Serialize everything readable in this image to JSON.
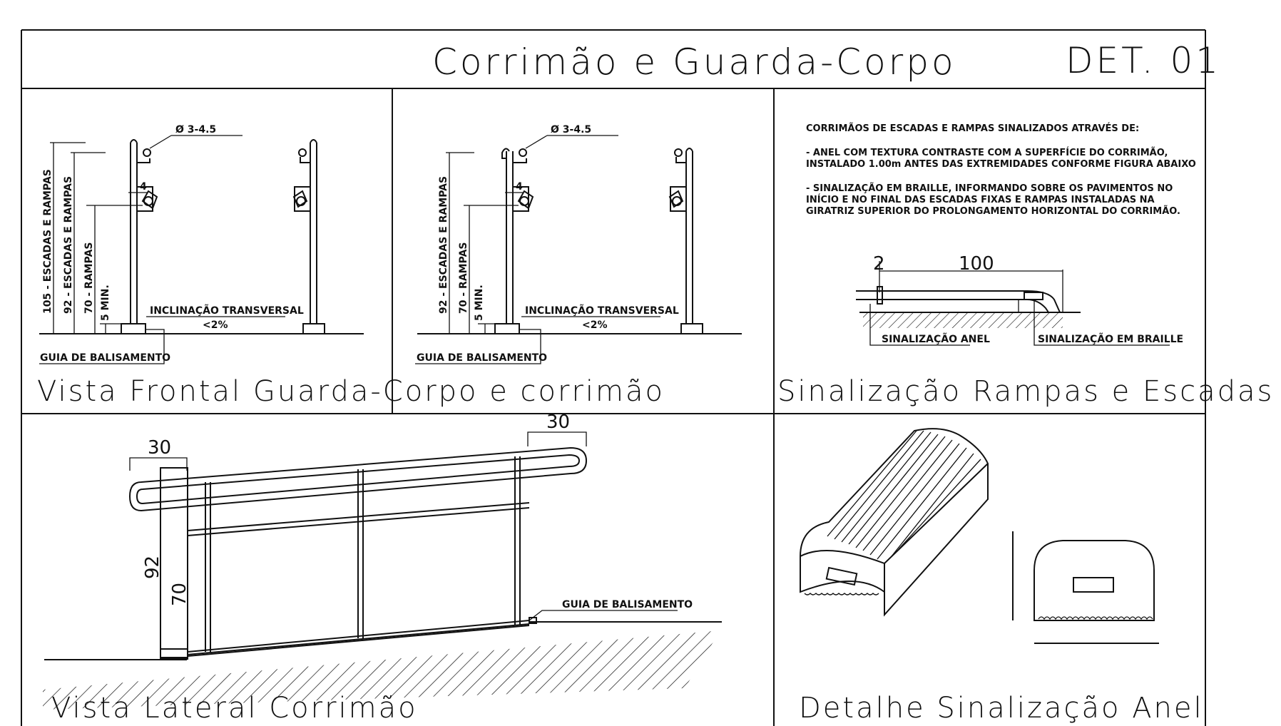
{
  "header": {
    "title": "Corrimão e Guarda-Corpo",
    "det": "DET. 01"
  },
  "panel_frontal_1": {
    "diameter": "Ø 3-4.5",
    "dim_105": "105 - ESCADAS E RAMPAS",
    "dim_92": "92 - ESCADAS E RAMPAS",
    "dim_70": "70 - RAMPAS",
    "dim_5": "5 MIN.",
    "gap": "4",
    "slope_label": "INCLINAÇÃO TRANSVERSAL",
    "slope_value": "<2%",
    "guia": "GUIA DE BALISAMENTO"
  },
  "panel_frontal_2": {
    "diameter": "Ø 3-4.5",
    "dim_92": "92 - ESCADAS E RAMPAS",
    "dim_70": "70 - RAMPAS",
    "dim_5": "5 MIN.",
    "gap": "4",
    "slope_label": "INCLINAÇÃO TRANSVERSAL",
    "slope_value": "<2%",
    "guia": "GUIA DE BALISAMENTO"
  },
  "caption_frontal": "Vista Frontal Guarda-Corpo e corrimão",
  "panel_sinalizacao": {
    "note_1": "CORRIMÃOS DE ESCADAS E RAMPAS SINALIZADOS ATRAVÉS DE:",
    "note_2a": "- ANEL COM TEXTURA CONTRASTE COM A SUPERFÍCIE DO CORRIMÃO,",
    "note_2b": "INSTALADO 1.00m ANTES DAS EXTREMIDADES CONFORME FIGURA ABAIXO",
    "note_3a": "- SINALIZAÇÃO EM BRAILLE, INFORMANDO SOBRE OS PAVIMENTOS NO",
    "note_3b": "INÍCIO E NO FINAL DAS ESCADAS FIXAS E RAMPAS INSTALADAS NA",
    "note_3c": "GIRATRIZ SUPERIOR DO PROLONGAMENTO HORIZONTAL DO CORRIMÃO.",
    "dim_2": "2",
    "dim_100": "100",
    "label_anel": "SINALIZAÇÃO ANEL",
    "label_braille": "SINALIZAÇÃO EM BRAILLE",
    "caption": "Sinalização Rampas e Escadas"
  },
  "panel_lateral": {
    "dim_30_left": "30",
    "dim_30_right": "30",
    "dim_92": "92",
    "dim_70": "70",
    "guia": "GUIA DE BALISAMENTO",
    "caption": "Vista Lateral Corrimão"
  },
  "panel_anel": {
    "caption": "Detalhe Sinalização Anel"
  }
}
